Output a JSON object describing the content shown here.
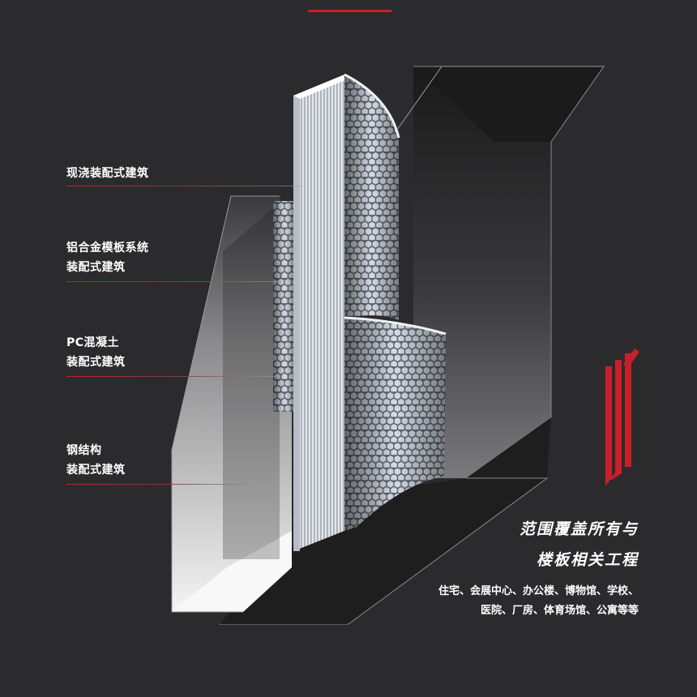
{
  "categories": [
    {
      "lines": [
        "现浇装配式建筑"
      ]
    },
    {
      "lines": [
        "铝合金模板系统",
        "装配式建筑"
      ]
    },
    {
      "lines": [
        "PC混凝土",
        "装配式建筑"
      ]
    },
    {
      "lines": [
        "钢结构",
        "装配式建筑"
      ]
    }
  ],
  "headline": {
    "line1": "范围覆盖所有与",
    "line2": "楼板相关工程"
  },
  "description": {
    "line1": "住宅、会展中心、办公楼、博物馆、学校、",
    "line2": "医院、厂房、体育场馆、公寓等等"
  },
  "colors": {
    "background": "#2b2b2d",
    "accent": "#c8202a",
    "text": "#ffffff"
  },
  "decorations": {
    "tower_illustration": "hexagon-facade-tower-icon",
    "emblem": "red-parallel-stripes-icon"
  }
}
